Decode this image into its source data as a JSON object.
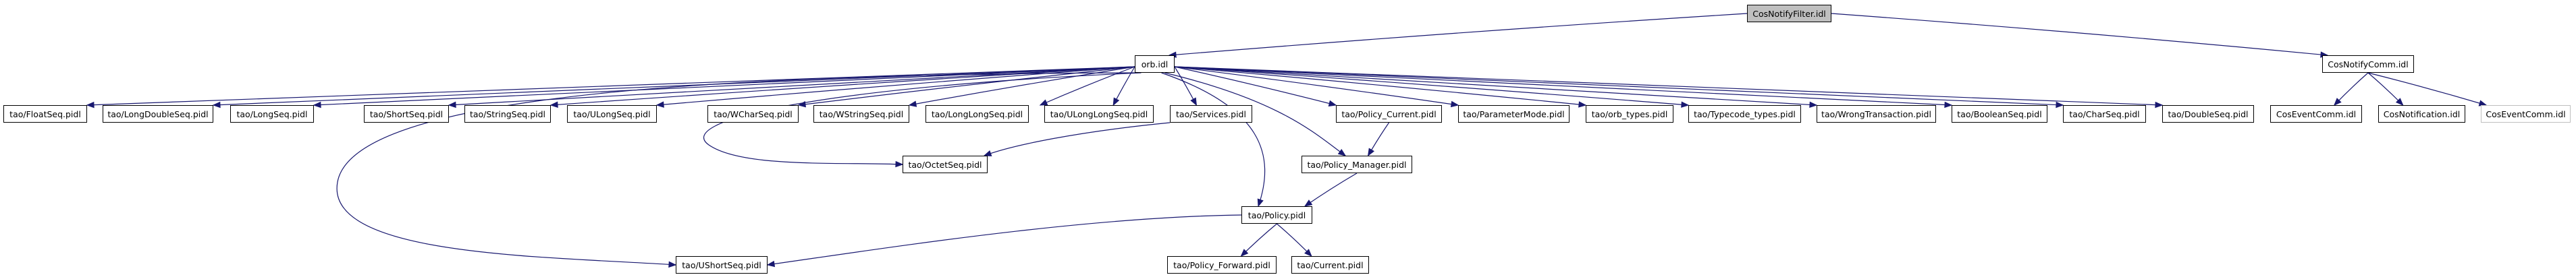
{
  "diagram": {
    "type": "include-dependency-graph",
    "colors": {
      "edge": "#191970",
      "root_fill": "#bfbfbf",
      "node_border": "#000000",
      "external_border": "#bfbfbf"
    },
    "nodes": [
      {
        "id": "root",
        "label": "CosNotifyFilter.idl",
        "kind": "root"
      },
      {
        "id": "orb",
        "label": "orb.idl",
        "kind": "normal"
      },
      {
        "id": "cosnotifycomm",
        "label": "CosNotifyComm.idl",
        "kind": "normal"
      },
      {
        "id": "floatseq",
        "label": "tao/FloatSeq.pidl",
        "kind": "normal"
      },
      {
        "id": "longdoubleseq",
        "label": "tao/LongDoubleSeq.pidl",
        "kind": "normal"
      },
      {
        "id": "longseq",
        "label": "tao/LongSeq.pidl",
        "kind": "normal"
      },
      {
        "id": "shortseq",
        "label": "tao/ShortSeq.pidl",
        "kind": "normal"
      },
      {
        "id": "stringseq",
        "label": "tao/StringSeq.pidl",
        "kind": "normal"
      },
      {
        "id": "ulongseq",
        "label": "tao/ULongSeq.pidl",
        "kind": "normal"
      },
      {
        "id": "wcharseq",
        "label": "tao/WCharSeq.pidl",
        "kind": "normal"
      },
      {
        "id": "wstringseq",
        "label": "tao/WStringSeq.pidl",
        "kind": "normal"
      },
      {
        "id": "longlongseq",
        "label": "tao/LongLongSeq.pidl",
        "kind": "normal"
      },
      {
        "id": "ulonglongseq",
        "label": "tao/ULongLongSeq.pidl",
        "kind": "normal"
      },
      {
        "id": "services",
        "label": "tao/Services.pidl",
        "kind": "normal"
      },
      {
        "id": "policy_current",
        "label": "tao/Policy_Current.pidl",
        "kind": "normal"
      },
      {
        "id": "parametermode",
        "label": "tao/ParameterMode.pidl",
        "kind": "normal"
      },
      {
        "id": "orb_types",
        "label": "tao/orb_types.pidl",
        "kind": "normal"
      },
      {
        "id": "typecode_types",
        "label": "tao/Typecode_types.pidl",
        "kind": "normal"
      },
      {
        "id": "wrongtransaction",
        "label": "tao/WrongTransaction.pidl",
        "kind": "normal"
      },
      {
        "id": "booleanseq",
        "label": "tao/BooleanSeq.pidl",
        "kind": "normal"
      },
      {
        "id": "charseq",
        "label": "tao/CharSeq.pidl",
        "kind": "normal"
      },
      {
        "id": "doubleseq",
        "label": "tao/DoubleSeq.pidl",
        "kind": "normal"
      },
      {
        "id": "coseventcomm",
        "label": "CosEventComm.idl",
        "kind": "normal"
      },
      {
        "id": "cosnotification",
        "label": "CosNotification.idl",
        "kind": "normal"
      },
      {
        "id": "coseventcomm_ext",
        "label": "CosEventComm.idl",
        "kind": "external"
      },
      {
        "id": "octetseq",
        "label": "tao/OctetSeq.pidl",
        "kind": "normal"
      },
      {
        "id": "policy_manager",
        "label": "tao/Policy_Manager.pidl",
        "kind": "normal"
      },
      {
        "id": "policy",
        "label": "tao/Policy.pidl",
        "kind": "normal"
      },
      {
        "id": "ushortseq",
        "label": "tao/UShortSeq.pidl",
        "kind": "normal"
      },
      {
        "id": "policy_forward",
        "label": "tao/Policy_Forward.pidl",
        "kind": "normal"
      },
      {
        "id": "current",
        "label": "tao/Current.pidl",
        "kind": "normal"
      }
    ],
    "edges": [
      [
        "root",
        "orb"
      ],
      [
        "root",
        "cosnotifycomm"
      ],
      [
        "orb",
        "floatseq"
      ],
      [
        "orb",
        "longdoubleseq"
      ],
      [
        "orb",
        "longseq"
      ],
      [
        "orb",
        "shortseq"
      ],
      [
        "orb",
        "stringseq"
      ],
      [
        "orb",
        "ulongseq"
      ],
      [
        "orb",
        "wcharseq"
      ],
      [
        "orb",
        "wstringseq"
      ],
      [
        "orb",
        "longlongseq"
      ],
      [
        "orb",
        "ulonglongseq"
      ],
      [
        "orb",
        "services"
      ],
      [
        "orb",
        "policy_current"
      ],
      [
        "orb",
        "parametermode"
      ],
      [
        "orb",
        "orb_types"
      ],
      [
        "orb",
        "typecode_types"
      ],
      [
        "orb",
        "wrongtransaction"
      ],
      [
        "orb",
        "booleanseq"
      ],
      [
        "orb",
        "charseq"
      ],
      [
        "orb",
        "doubleseq"
      ],
      [
        "orb",
        "octetseq"
      ],
      [
        "orb",
        "policy_manager"
      ],
      [
        "orb",
        "policy"
      ],
      [
        "orb",
        "ushortseq"
      ],
      [
        "services",
        "octetseq"
      ],
      [
        "policy_current",
        "policy_manager"
      ],
      [
        "policy_manager",
        "policy"
      ],
      [
        "policy",
        "ushortseq"
      ],
      [
        "policy",
        "policy_forward"
      ],
      [
        "policy",
        "current"
      ],
      [
        "cosnotifycomm",
        "coseventcomm"
      ],
      [
        "cosnotifycomm",
        "cosnotification"
      ],
      [
        "cosnotifycomm",
        "coseventcomm_ext"
      ]
    ]
  }
}
